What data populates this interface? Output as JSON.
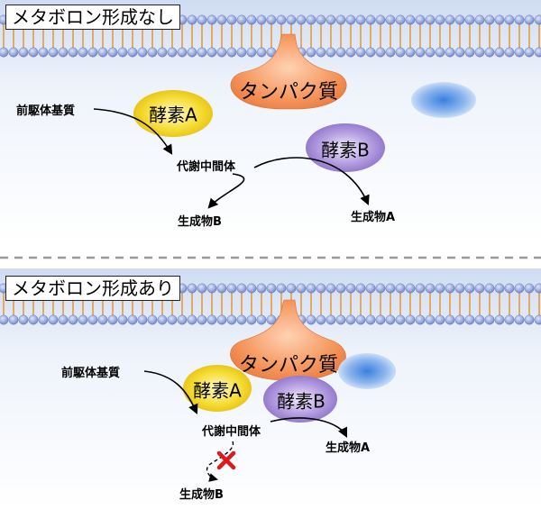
{
  "panels": [
    {
      "title": "メタボロン形成なし",
      "protein": "タンパク質",
      "enzyme_a": "酵素A",
      "enzyme_b": "酵素B",
      "precursor": "前駆体基質",
      "intermediate": "代謝中間体",
      "product_a": "生成物A",
      "product_b": "生成物B"
    },
    {
      "title": "メタボロン形成あり",
      "protein": "タンパク質",
      "enzyme_a": "酵素A",
      "enzyme_b": "酵素B",
      "precursor": "前駆体基質",
      "intermediate": "代謝中間体",
      "product_a": "生成物A",
      "product_b": "生成物B"
    }
  ],
  "colors": {
    "membrane_head": "#8a9bd6",
    "lipid_tail": "#e89a3a",
    "cytoplasm_top": "#d7e3f5",
    "protein": "#f08a4f",
    "enzyme_a": "#f2d21f",
    "enzyme_b": "#9a7fd0",
    "vesicle": "#4f8ee0",
    "blocked_mark": "#e01818",
    "divider": "#999999"
  }
}
